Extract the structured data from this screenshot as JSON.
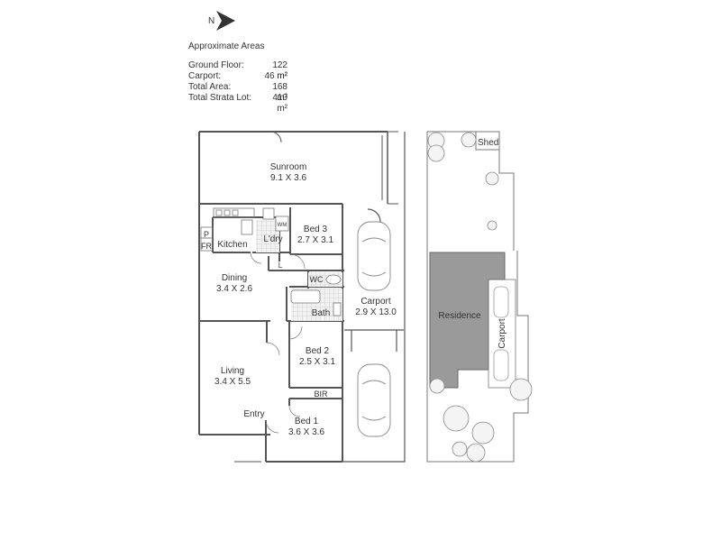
{
  "compass": {
    "label": "N",
    "icon": "north-arrow-icon"
  },
  "areas": {
    "title": "Approximate Areas",
    "rows": [
      {
        "label": "Ground Floor:",
        "value": "122 m²"
      },
      {
        "label": "Carport:",
        "value": "46 m²"
      },
      {
        "label": "Total Area:",
        "value": "168 m²"
      },
      {
        "label": "Total Strata Lot:",
        "value": "410 m²"
      }
    ]
  },
  "rooms": {
    "sunroom": {
      "name": "Sunroom",
      "dims": "9.1 X 3.6"
    },
    "bed3": {
      "name": "Bed 3",
      "dims": "2.7 X 3.1"
    },
    "kitchen": {
      "name": "Kitchen"
    },
    "pantry": {
      "name": "P"
    },
    "fridge": {
      "name": "FR"
    },
    "laundry": {
      "name": "L'dry"
    },
    "washing_machine": {
      "name": "WM"
    },
    "linen": {
      "name": "L"
    },
    "dining": {
      "name": "Dining",
      "dims": "3.4 X 2.6"
    },
    "wc": {
      "name": "WC"
    },
    "bath": {
      "name": "Bath"
    },
    "carport": {
      "name": "Carport",
      "dims": "2.9 X 13.0"
    },
    "bed2": {
      "name": "Bed 2",
      "dims": "2.5 X 3.1"
    },
    "living": {
      "name": "Living",
      "dims": "3.4 X 5.5"
    },
    "bir": {
      "name": "BIR"
    },
    "entry": {
      "name": "Entry"
    },
    "bed1": {
      "name": "Bed 1",
      "dims": "3.6 X 3.6"
    }
  },
  "site": {
    "shed": "Shed",
    "residence": "Residence",
    "carport": "Carport"
  },
  "colors": {
    "wall": "#555555",
    "residence_fill": "#9a9a9a",
    "tile": "#dddddd"
  }
}
